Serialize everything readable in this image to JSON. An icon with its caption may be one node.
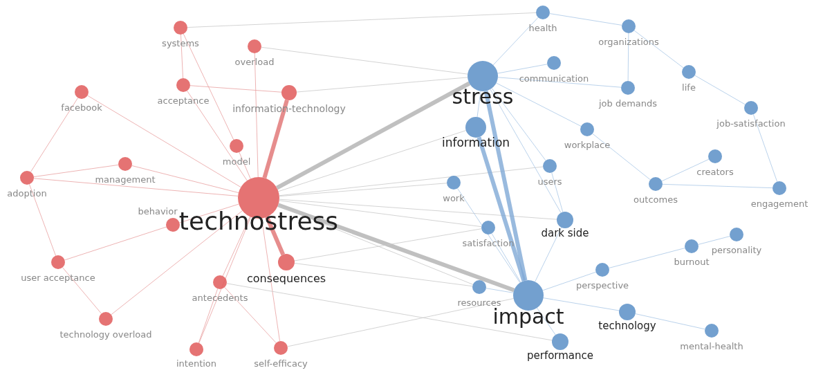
{
  "diagram": {
    "nodes": [
      {
        "text": [
          "systems"
        ]
      },
      {
        "text": [
          "overload"
        ]
      },
      {
        "text": [
          "facebook"
        ]
      },
      {
        "text": [
          "acceptance"
        ]
      },
      {
        "text": [
          "information-technology"
        ]
      },
      {
        "text": [
          "model"
        ]
      },
      {
        "text": [
          "management"
        ]
      },
      {
        "text": [
          "adoption"
        ]
      },
      {
        "text": [
          "technostress"
        ]
      },
      {
        "text": [
          "behavior"
        ]
      },
      {
        "text": [
          "user acceptance"
        ]
      },
      {
        "text": [
          "consequences"
        ]
      },
      {
        "text": [
          "antecedents"
        ]
      },
      {
        "text": [
          "technology overload"
        ]
      },
      {
        "text": [
          "intention"
        ]
      },
      {
        "text": [
          "self-efficacy"
        ]
      },
      {
        "text": [
          "health"
        ]
      },
      {
        "text": [
          "organizations"
        ]
      },
      {
        "text": [
          "stress"
        ]
      },
      {
        "text": [
          "communication"
        ]
      },
      {
        "text": [
          "life"
        ]
      },
      {
        "text": [
          "job demands"
        ]
      },
      {
        "text": [
          "job-satisfaction"
        ]
      },
      {
        "text": [
          "information"
        ]
      },
      {
        "text": [
          "workplace"
        ]
      },
      {
        "text": [
          "creators"
        ]
      },
      {
        "text": [
          "users"
        ]
      },
      {
        "text": [
          "work"
        ]
      },
      {
        "text": [
          "outcomes"
        ]
      },
      {
        "text": [
          "engagement"
        ]
      },
      {
        "text": [
          "dark side"
        ]
      },
      {
        "text": [
          "satisfaction"
        ]
      },
      {
        "text": [
          "personality"
        ]
      },
      {
        "text": [
          "burnout"
        ]
      },
      {
        "text": [
          "perspective"
        ]
      },
      {
        "text": [
          "resources"
        ]
      },
      {
        "text": [
          "impact"
        ]
      },
      {
        "text": [
          "technology"
        ]
      },
      {
        "text": [
          "mental-health"
        ]
      },
      {
        "text": [
          "performance"
        ]
      }
    ],
    "edges": [
      {
        "from": 8,
        "to": 4,
        "arrow": "none",
        "color": "#e07070",
        "style": "thick"
      },
      {
        "from": 8,
        "to": 11,
        "arrow": "none",
        "color": "#e07070",
        "style": "thick"
      },
      {
        "from": 8,
        "to": 12,
        "arrow": "none",
        "color": "#e8a0a0"
      },
      {
        "from": 8,
        "to": 5,
        "arrow": "none",
        "color": "#e8a0a0"
      },
      {
        "from": 5,
        "to": 0,
        "arrow": "none",
        "color": "#e8a0a0"
      },
      {
        "from": 8,
        "to": 1,
        "arrow": "none",
        "color": "#e8a0a0"
      },
      {
        "from": 8,
        "to": 2,
        "arrow": "none",
        "color": "#e8a0a0"
      },
      {
        "from": 8,
        "to": 3,
        "arrow": "none",
        "color": "#e8a0a0"
      },
      {
        "from": 8,
        "to": 6,
        "arrow": "none",
        "color": "#e8a0a0"
      },
      {
        "from": 8,
        "to": 7,
        "arrow": "none",
        "color": "#e8a0a0"
      },
      {
        "from": 8,
        "to": 9,
        "arrow": "none",
        "color": "#e8a0a0"
      },
      {
        "from": 9,
        "to": 10,
        "arrow": "none",
        "color": "#e8a0a0"
      },
      {
        "from": 8,
        "to": 13,
        "arrow": "none",
        "color": "#e8a0a0"
      },
      {
        "from": 8,
        "to": 14,
        "arrow": "none",
        "color": "#e8a0a0"
      },
      {
        "from": 8,
        "to": 15,
        "arrow": "none",
        "color": "#e8a0a0"
      },
      {
        "from": 4,
        "to": 3,
        "arrow": "none",
        "color": "#e8a0a0"
      },
      {
        "from": 6,
        "to": 7,
        "arrow": "none",
        "color": "#e8a0a0"
      },
      {
        "from": 2,
        "to": 7,
        "arrow": "none",
        "color": "#e8a0a0"
      },
      {
        "from": 10,
        "to": 13,
        "arrow": "none",
        "color": "#e8a0a0"
      },
      {
        "from": 12,
        "to": 14,
        "arrow": "none",
        "color": "#e8a0a0"
      },
      {
        "from": 3,
        "to": 0,
        "arrow": "none",
        "color": "#e8a0a0"
      },
      {
        "from": 10,
        "to": 7,
        "arrow": "none",
        "color": "#e8a0a0"
      },
      {
        "from": 12,
        "to": 15,
        "arrow": "none",
        "color": "#e8a0a0"
      },
      {
        "from": 8,
        "to": 18,
        "arrow": "none",
        "color": "#b0b0b0",
        "style": "thick"
      },
      {
        "from": 8,
        "to": 36,
        "arrow": "none",
        "color": "#b0b0b0",
        "style": "thick"
      },
      {
        "from": 8,
        "to": 23,
        "arrow": "none",
        "color": "#c8c8c8"
      },
      {
        "from": 8,
        "to": 27,
        "arrow": "none",
        "color": "#c8c8c8"
      },
      {
        "from": 8,
        "to": 31,
        "arrow": "none",
        "color": "#c8c8c8"
      },
      {
        "from": 8,
        "to": 30,
        "arrow": "none",
        "color": "#c8c8c8"
      },
      {
        "from": 8,
        "to": 35,
        "arrow": "none",
        "color": "#c8c8c8"
      },
      {
        "from": 8,
        "to": 26,
        "arrow": "none",
        "color": "#c8c8c8"
      },
      {
        "from": 4,
        "to": 18,
        "arrow": "none",
        "color": "#c8c8c8"
      },
      {
        "from": 11,
        "to": 31,
        "arrow": "none",
        "color": "#c8c8c8"
      },
      {
        "from": 11,
        "to": 35,
        "arrow": "none",
        "color": "#c8c8c8"
      },
      {
        "from": 15,
        "to": 36,
        "arrow": "none",
        "color": "#c8c8c8"
      },
      {
        "from": 1,
        "to": 18,
        "arrow": "none",
        "color": "#c8c8c8"
      },
      {
        "from": 0,
        "to": 16,
        "arrow": "none",
        "color": "#c8c8c8"
      },
      {
        "from": 12,
        "to": 39,
        "arrow": "none",
        "color": "#c8c8c8"
      },
      {
        "from": 18,
        "to": 36,
        "arrow": "none",
        "color": "#7fa9d6",
        "style": "thick"
      },
      {
        "from": 23,
        "to": 36,
        "arrow": "none",
        "color": "#7fa9d6",
        "style": "thick"
      },
      {
        "from": 18,
        "to": 23,
        "arrow": "none",
        "color": "#a9c7e6"
      },
      {
        "from": 18,
        "to": 19,
        "arrow": "none",
        "color": "#a9c7e6"
      },
      {
        "from": 18,
        "to": 16,
        "arrow": "none",
        "color": "#a9c7e6"
      },
      {
        "from": 18,
        "to": 21,
        "arrow": "none",
        "color": "#a9c7e6"
      },
      {
        "from": 18,
        "to": 24,
        "arrow": "none",
        "color": "#a9c7e6"
      },
      {
        "from": 18,
        "to": 26,
        "arrow": "none",
        "color": "#a9c7e6"
      },
      {
        "from": 18,
        "to": 30,
        "arrow": "none",
        "color": "#a9c7e6"
      },
      {
        "from": 36,
        "to": 37,
        "arrow": "none",
        "color": "#a9c7e6"
      },
      {
        "from": 36,
        "to": 39,
        "arrow": "none",
        "color": "#a9c7e6"
      },
      {
        "from": 36,
        "to": 30,
        "arrow": "none",
        "color": "#a9c7e6"
      },
      {
        "from": 36,
        "to": 34,
        "arrow": "none",
        "color": "#a9c7e6"
      },
      {
        "from": 36,
        "to": 31,
        "arrow": "none",
        "color": "#a9c7e6"
      },
      {
        "from": 36,
        "to": 35,
        "arrow": "none",
        "color": "#a9c7e6"
      },
      {
        "from": 34,
        "to": 33,
        "arrow": "none",
        "color": "#a9c7e6"
      },
      {
        "from": 37,
        "to": 38,
        "arrow": "none",
        "color": "#a9c7e6"
      },
      {
        "from": 17,
        "to": 20,
        "arrow": "none",
        "color": "#a9c7e6"
      },
      {
        "from": 20,
        "to": 22,
        "arrow": "none",
        "color": "#a9c7e6"
      },
      {
        "from": 22,
        "to": 29,
        "arrow": "none",
        "color": "#a9c7e6"
      },
      {
        "from": 25,
        "to": 28,
        "arrow": "none",
        "color": "#a9c7e6"
      },
      {
        "from": 28,
        "to": 29,
        "arrow": "none",
        "color": "#a9c7e6"
      },
      {
        "from": 32,
        "to": 33,
        "arrow": "none",
        "color": "#a9c7e6"
      },
      {
        "from": 24,
        "to": 28,
        "arrow": "none",
        "color": "#a9c7e6"
      },
      {
        "from": 21,
        "to": 17,
        "arrow": "none",
        "color": "#a9c7e6"
      },
      {
        "from": 26,
        "to": 30,
        "arrow": "none",
        "color": "#a9c7e6"
      },
      {
        "from": 27,
        "to": 36,
        "arrow": "none",
        "color": "#a9c7e6"
      },
      {
        "from": 16,
        "to": 17,
        "arrow": "none",
        "color": "#a9c7e6"
      }
    ]
  }
}
